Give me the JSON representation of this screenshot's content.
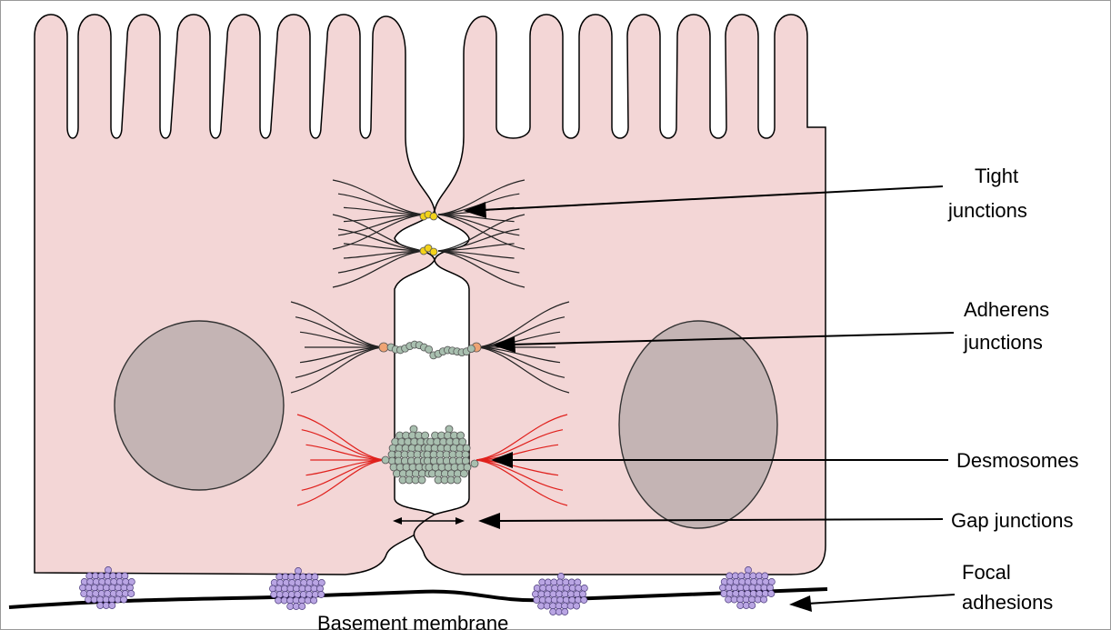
{
  "labels": {
    "tight_line1": "Tight",
    "tight_line2": "junctions",
    "adherens_line1": "Adherens",
    "adherens_line2": "junctions",
    "desmosomes": "Desmosomes",
    "gap": "Gap junctions",
    "focal_line1": "Focal",
    "focal_line2": "adhesions",
    "basement": "Basement membrane"
  },
  "colors": {
    "cytoplasm": "#f3d6d6",
    "nucleus": "#c4b4b4",
    "tight_junction": "#f3d21a",
    "adherens_cadherin": "#f0a474",
    "desmosome_protein": "#a8bfaf",
    "focal_adhesion": "#b9a5e3",
    "desmosome_filament": "#e0201c",
    "actin_filament": "#222222"
  }
}
